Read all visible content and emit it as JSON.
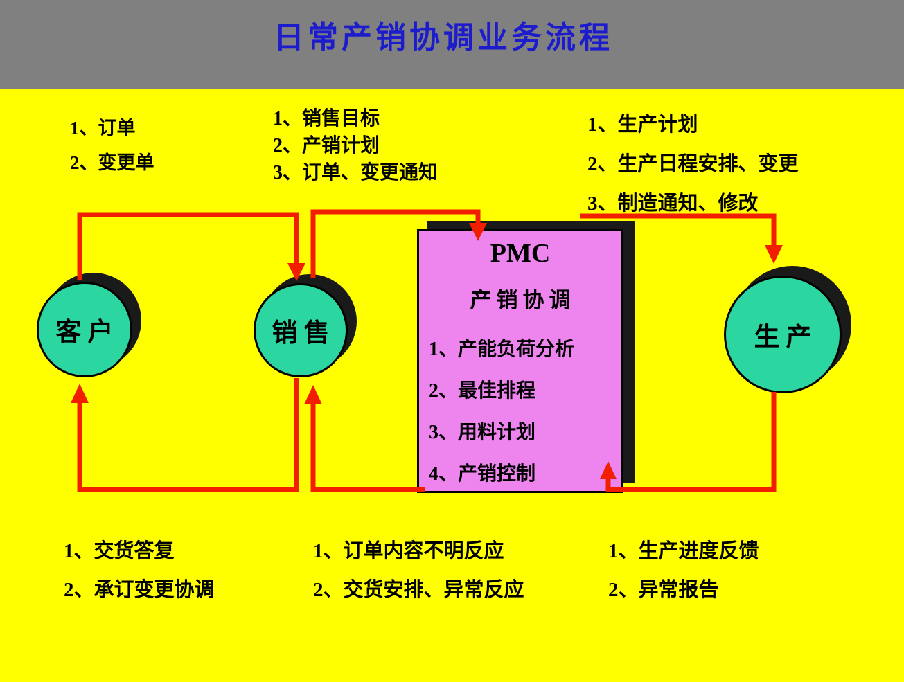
{
  "header": {
    "title": "日常产销协调业务流程"
  },
  "nodes": {
    "customer": {
      "label": "客户"
    },
    "sales": {
      "label": "销售"
    },
    "production": {
      "label": "生产"
    },
    "pmc": {
      "title": "PMC",
      "subtitle": "产销协调",
      "items": [
        "1、产能负荷分析",
        "2、最佳排程",
        "3、用料计划",
        "4、产销控制"
      ]
    }
  },
  "labels": {
    "top_left": {
      "lines": [
        "1、订单",
        "2、变更单"
      ]
    },
    "top_middle": {
      "lines": [
        "1、销售目标",
        "2、产销计划",
        "3、订单、变更通知"
      ]
    },
    "top_right": {
      "lines": [
        "1、生产计划",
        "2、生产日程安排、变更",
        "3、制造通知、修改"
      ]
    },
    "bottom_left": {
      "lines": [
        "1、交货答复",
        "2、承订变更协调"
      ]
    },
    "bottom_middle": {
      "lines": [
        "1、订单内容不明反应",
        "2、交货安排、异常反应"
      ]
    },
    "bottom_right": {
      "lines": [
        "1、生产进度反馈",
        "2、异常报告"
      ]
    }
  },
  "flows": [
    {
      "from": "customer",
      "to": "sales",
      "route": "top",
      "label_ref": "top_left"
    },
    {
      "from": "sales",
      "to": "pmc",
      "route": "top",
      "label_ref": "top_middle"
    },
    {
      "from": "pmc",
      "to": "production",
      "route": "top",
      "label_ref": "top_right"
    },
    {
      "from": "sales",
      "to": "customer",
      "route": "bottom",
      "label_ref": "bottom_left"
    },
    {
      "from": "pmc",
      "to": "sales",
      "route": "bottom",
      "label_ref": "bottom_middle"
    },
    {
      "from": "production",
      "to": "pmc",
      "route": "bottom",
      "label_ref": "bottom_right"
    }
  ],
  "colors": {
    "background": "#ffff00",
    "header_bg": "#808080",
    "title_text": "#1c1ccc",
    "node_fill": "#2cd6a0",
    "pmc_fill": "#ee85ee",
    "arrow": "#f21e00",
    "shadow": "#1a1a1a",
    "outline": "#000000"
  }
}
